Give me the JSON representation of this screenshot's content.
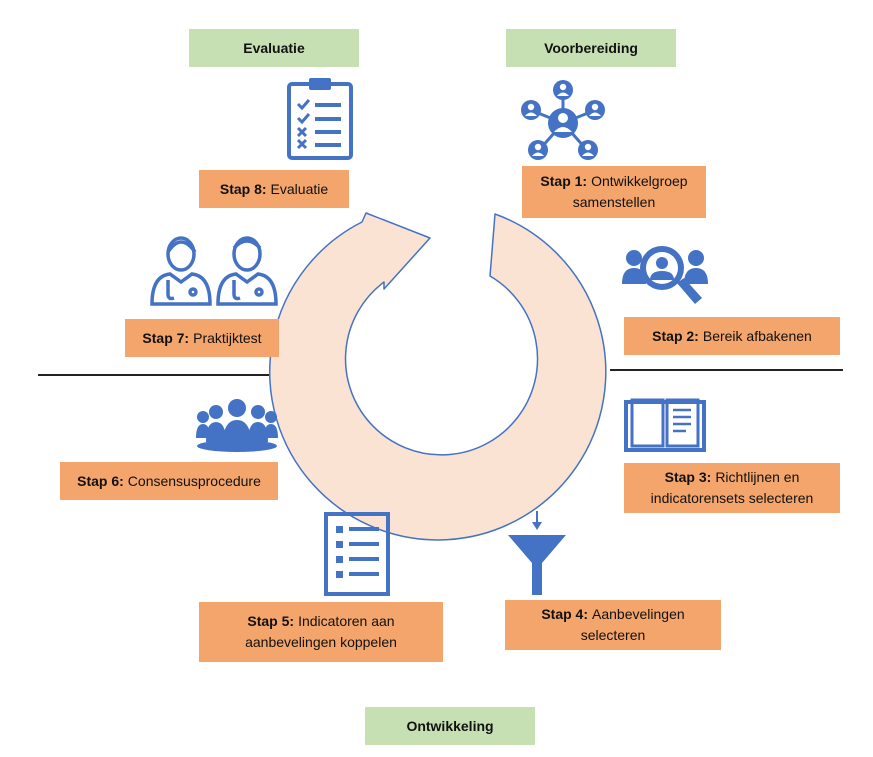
{
  "phases": {
    "evaluatie": "Evaluatie",
    "voorbereiding": "Voorbereiding",
    "ontwikkeling": "Ontwikkeling"
  },
  "steps": [
    {
      "label": "Stap 1:",
      "text": "Ontwikkelgroep samenstellen",
      "icon": "network-icon"
    },
    {
      "label": "Stap 2:",
      "text": "Bereik afbakenen",
      "icon": "people-search-icon"
    },
    {
      "label": "Stap 3:",
      "text": "Richtlijnen en indicatorensets selecteren",
      "icon": "open-book-icon"
    },
    {
      "label": "Stap 4:",
      "text": "Aanbevelingen selecteren",
      "icon": "funnel-icon"
    },
    {
      "label": "Stap 5:",
      "text": "Indicatoren aan aanbevelingen koppelen",
      "icon": "checklist-icon"
    },
    {
      "label": "Stap 6:",
      "text": "Consensusprocedure",
      "icon": "group-icon"
    },
    {
      "label": "Stap 7:",
      "text": "Praktijktest",
      "icon": "doctors-icon"
    },
    {
      "label": "Stap 8:",
      "text": "Evaluatie",
      "icon": "clipboard-checklist-icon"
    }
  ],
  "colors": {
    "phase_bg": "#c6e0b4",
    "step_bg": "#f4a56b",
    "icon": "#4472c4",
    "cycle_fill": "#fbe3d4",
    "cycle_stroke": "#4472c4"
  }
}
